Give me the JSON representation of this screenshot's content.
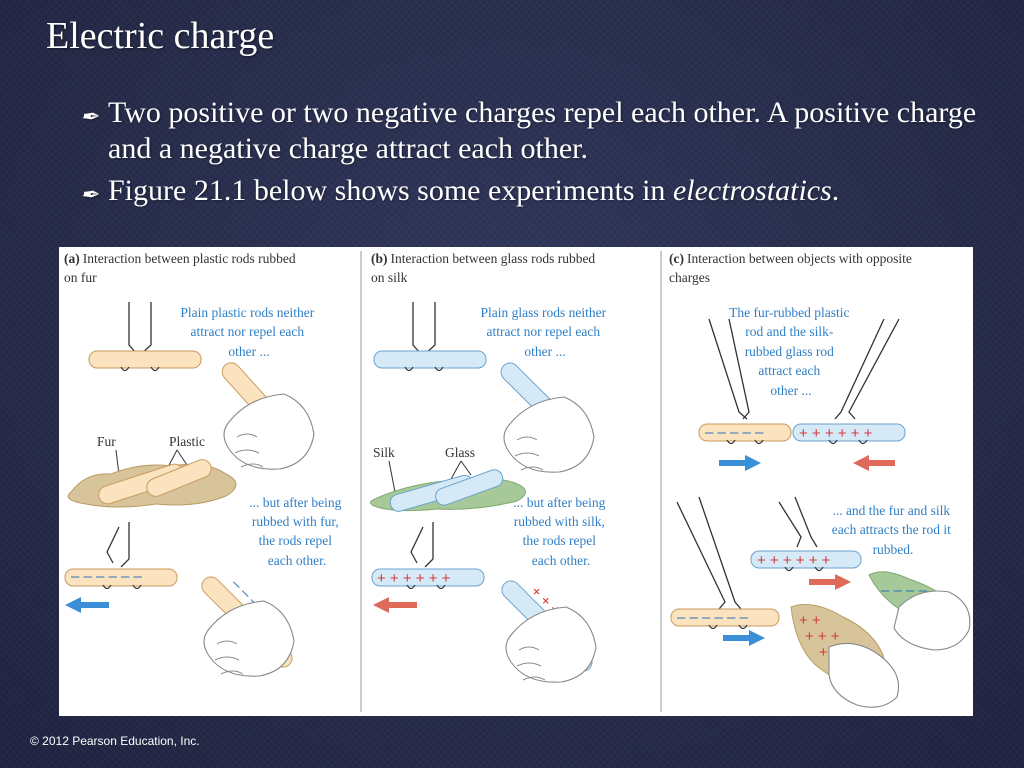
{
  "slide": {
    "title": "Electric charge",
    "bullets": [
      {
        "text": "Two positive or two negative charges repel each other. A positive charge and a negative charge attract each other."
      },
      {
        "text_before": "Figure 21.1 below shows some experiments in ",
        "text_em": "electrostatics",
        "text_after": "."
      }
    ],
    "bullet_icon": "feather-pen-icon",
    "copyright": "© 2012 Pearson Education, Inc."
  },
  "figure": {
    "panel_a": {
      "caption_tag": "(a)",
      "caption_line1": "Interaction between plastic rods rubbed",
      "caption_line2": "on fur",
      "top_text": [
        "Plain plastic rods neither",
        "attract nor repel each",
        "other ..."
      ],
      "label_fur": "Fur",
      "label_plastic": "Plastic",
      "bottom_text": [
        "... but after being",
        "rubbed with fur,",
        "the rods repel",
        "each other."
      ]
    },
    "panel_b": {
      "caption_tag": "(b)",
      "caption_line1": "Interaction between glass rods rubbed",
      "caption_line2": "on silk",
      "top_text": [
        "Plain glass rods neither",
        "attract nor repel each",
        "other ..."
      ],
      "label_silk": "Silk",
      "label_glass": "Glass",
      "bottom_text": [
        "... but after being",
        "rubbed with silk,",
        "the rods repel",
        "each other."
      ]
    },
    "panel_c": {
      "caption_tag": "(c)",
      "caption_line1": "Interaction between objects with opposite",
      "caption_line2": "charges",
      "top_text": [
        "The fur-rubbed plastic",
        "rod and the silk-",
        "rubbed glass rod",
        "attract each",
        "other ..."
      ],
      "bottom_text": [
        "... and the fur and silk",
        "each attracts the rod it",
        "rubbed."
      ]
    },
    "colors": {
      "plastic_rod": "#fbe3bf",
      "glass_rod": "#d6e9f7",
      "arrow_blue": "#3b8fd6",
      "arrow_red": "#e06a5a",
      "blue_text": "#2f7fc6",
      "fur": "#d8c49a",
      "silk": "#a7c99a"
    }
  }
}
